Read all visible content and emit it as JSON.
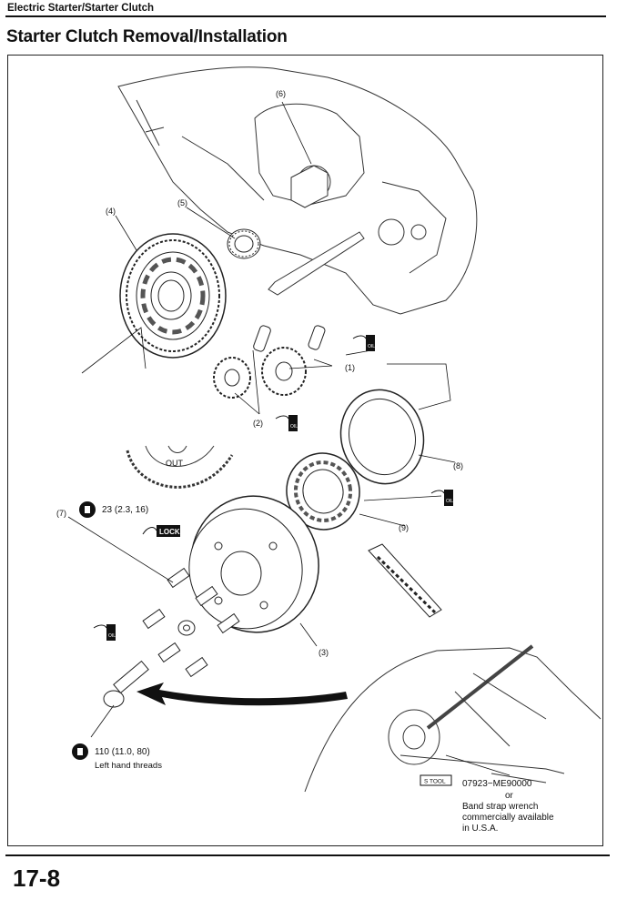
{
  "header": {
    "section": "Electric Starter/Starter Clutch"
  },
  "title": "Starter Clutch Removal/Installation",
  "page_number": "17-8",
  "callouts": {
    "c1": "(1)",
    "c2": "(2)",
    "c3": "(3)",
    "c4": "(4)",
    "c5": "(5)",
    "c6": "(6)",
    "c7": "(7)",
    "c8": "(8)",
    "c9": "(9)"
  },
  "torque_bolt7": "23 (2.3, 16)",
  "lock_label": "LOCK",
  "oil_label": "OIL",
  "gear_stamp": "OUT",
  "torque_center": "110 (11.0, 80)",
  "thread_note": "Left hand threads",
  "tool_tag": "S TOOL",
  "tool_number": "07923−ME90000",
  "tool_or": "or",
  "tool_alt": [
    "Band strap wrench",
    "commercially available",
    "in U.S.A."
  ]
}
